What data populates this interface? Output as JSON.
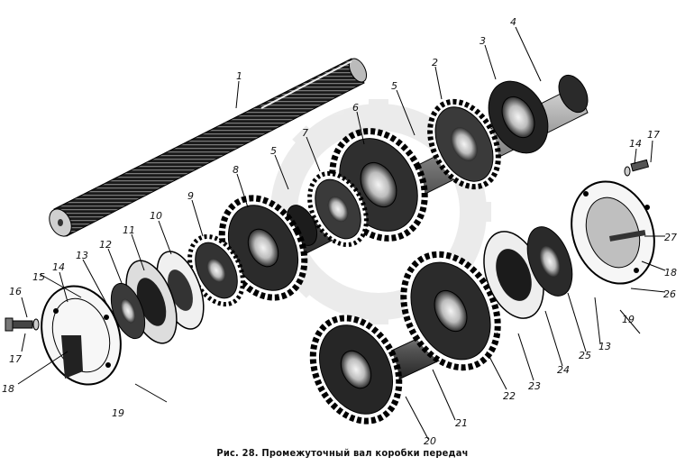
{
  "figure": {
    "caption": "Рис. 28. Промежуточный вал коробки передач"
  },
  "callouts": [
    "1",
    "2",
    "3",
    "4",
    "5",
    "6",
    "7",
    "5",
    "8",
    "9",
    "10",
    "11",
    "12",
    "13",
    "14",
    "15",
    "16",
    "17",
    "18",
    "19",
    "20",
    "21",
    "22",
    "23",
    "24",
    "25",
    "13",
    "26",
    "18",
    "27",
    "14",
    "17",
    "19"
  ]
}
